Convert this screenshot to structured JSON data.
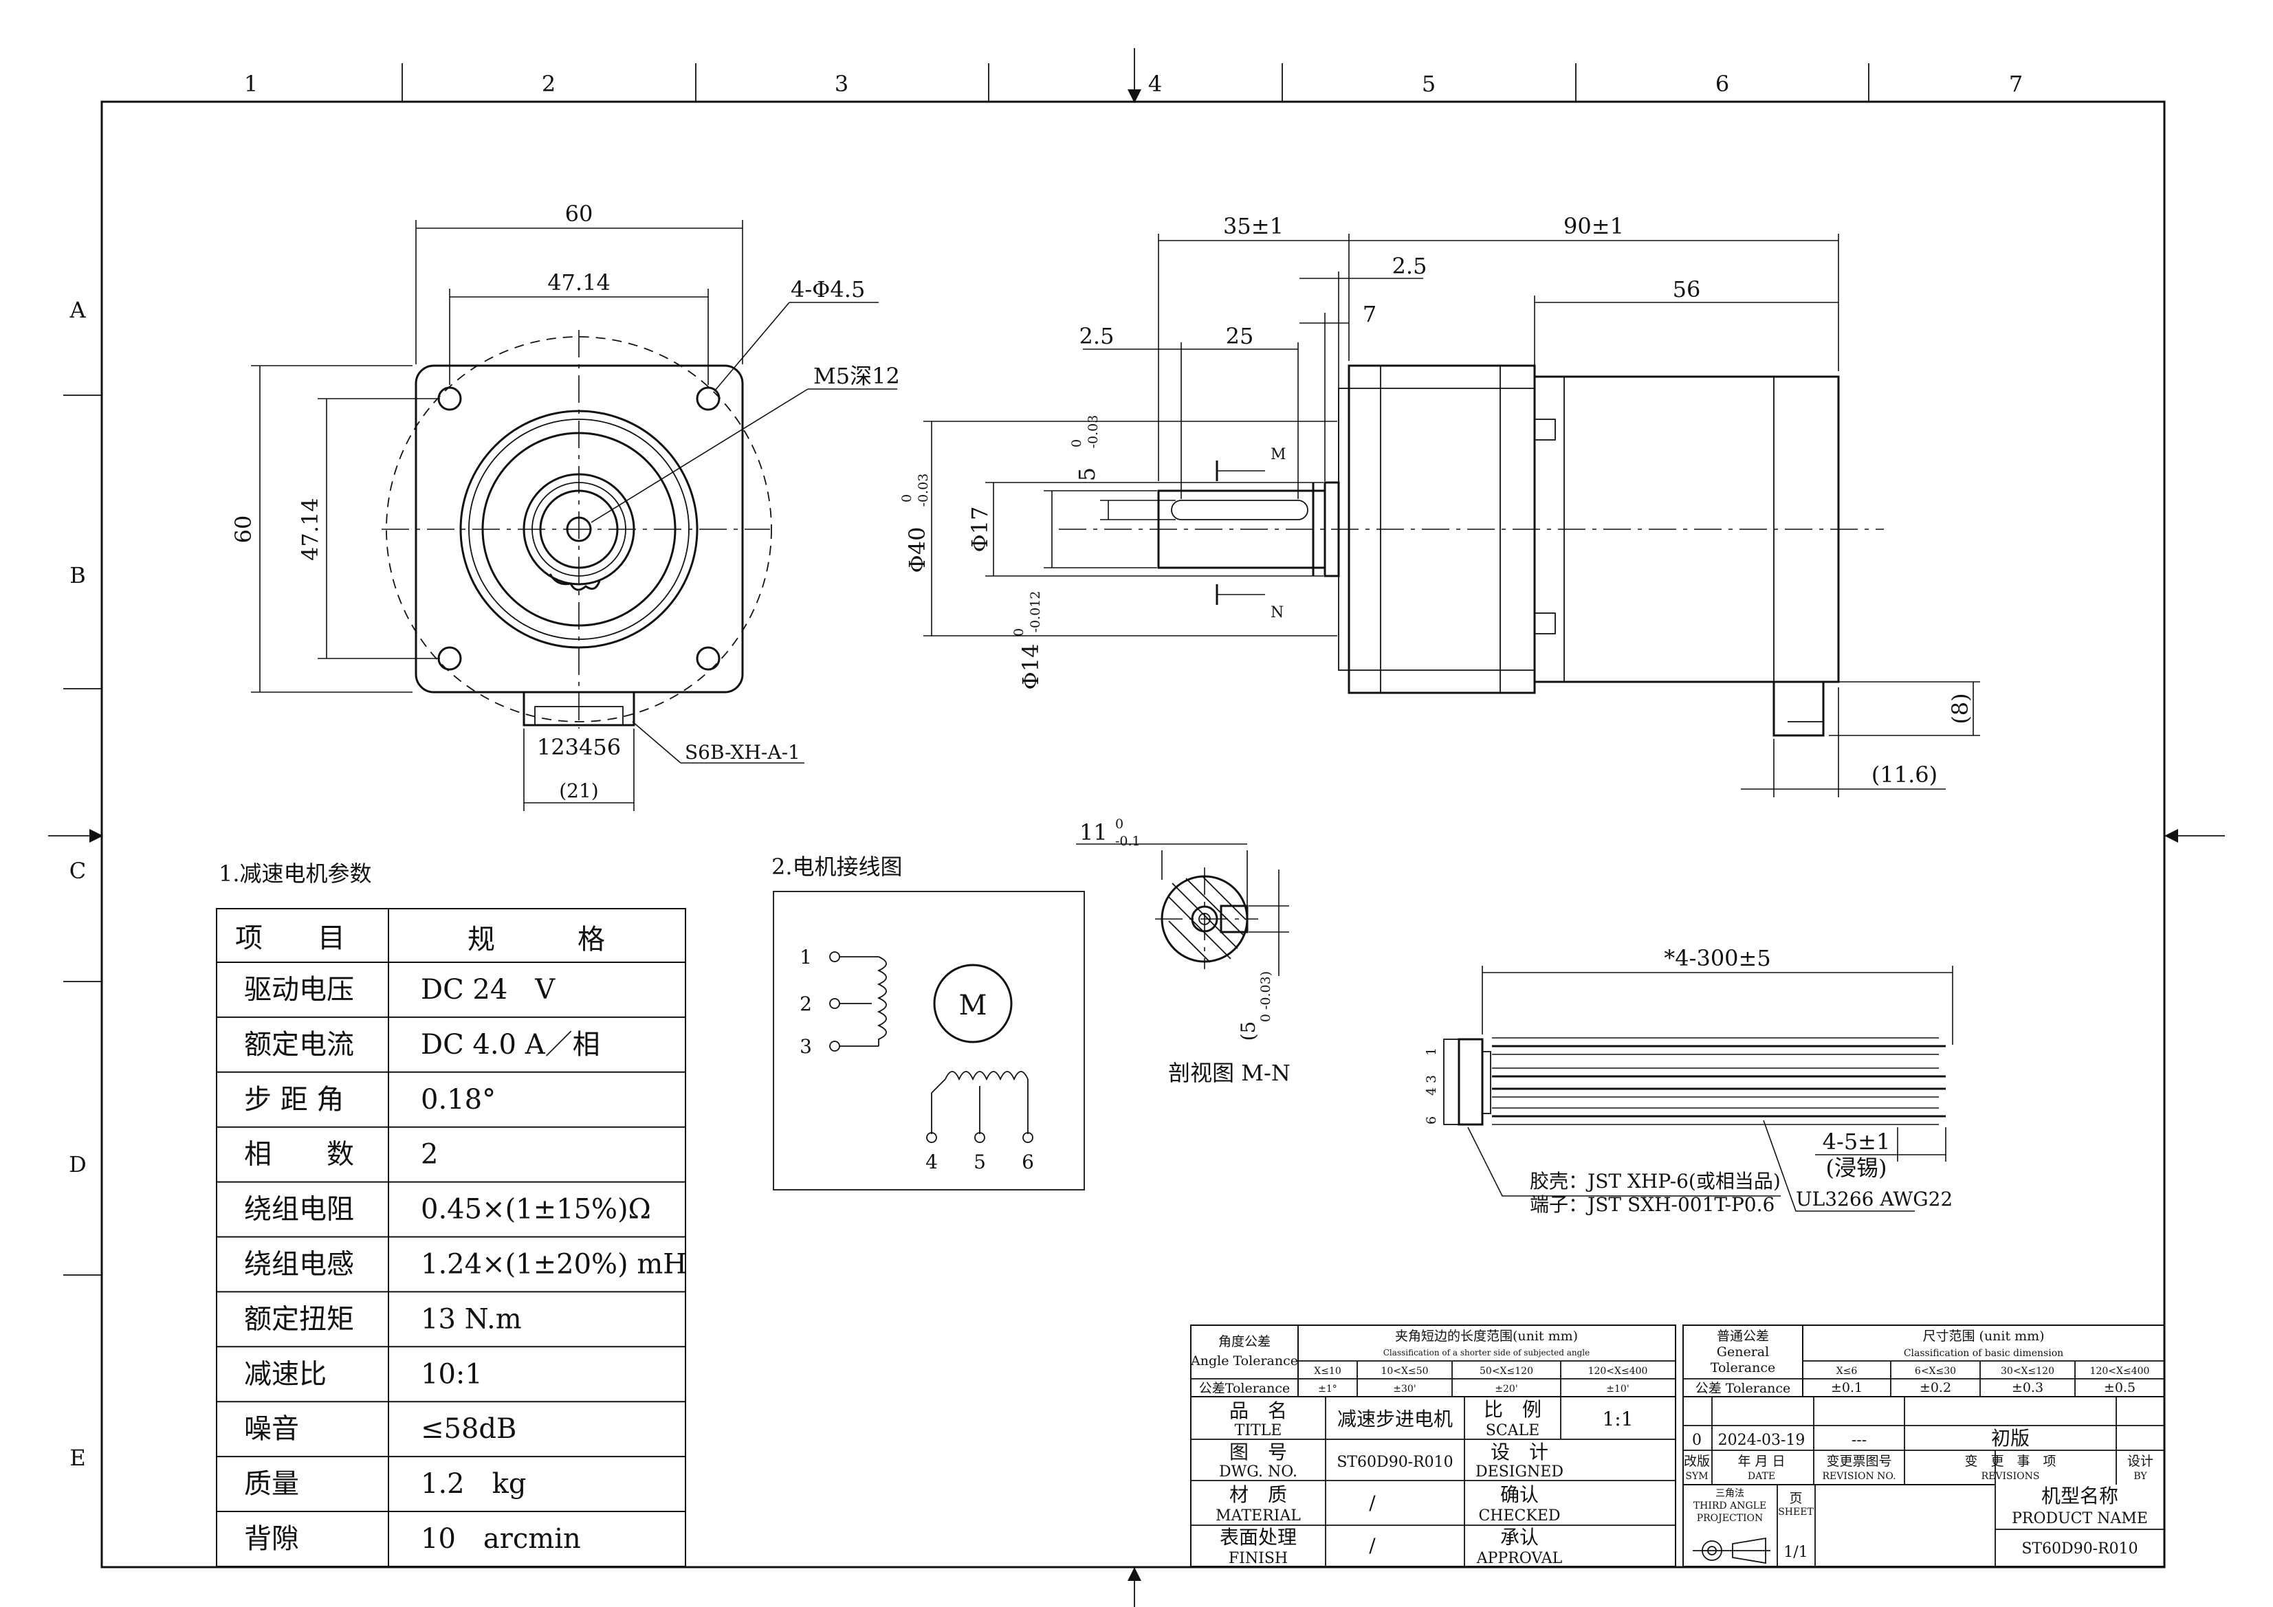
{
  "frame": {
    "columns": [
      "1",
      "2",
      "3",
      "4",
      "5",
      "6",
      "7"
    ],
    "rows": [
      "A",
      "B",
      "C",
      "D",
      "E"
    ]
  },
  "front_view": {
    "dim_width": "60",
    "dim_hole_pitch_h": "47.14",
    "dim_height": "60",
    "dim_hole_pitch_v": "47.14",
    "holes": "4-Φ4.5",
    "thread": "M5深12",
    "connector_pins": "123456",
    "connector_width": "(21)",
    "connector_part": "S6B-XH-A-1"
  },
  "side_view": {
    "dim_shaft_len": "35±1",
    "dim_body_len": "90±1",
    "dim_flange": "2.5",
    "dim_motor": "56",
    "dim_7": "7",
    "dim_key_offset": "2.5",
    "dim_key_len": "25",
    "dim_key_width": "5",
    "dim_key_width_tol_up": "0",
    "dim_key_width_tol_dn": "-0.03",
    "dim_pilot": "Φ40",
    "dim_pilot_tol_up": "0",
    "dim_pilot_tol_dn": "-0.03",
    "dim_boss": "Φ17",
    "dim_shaft": "Φ14",
    "dim_shaft_tol_up": "0",
    "dim_shaft_tol_dn": "-0.012",
    "label_m": "M",
    "label_n": "N",
    "dim_conn_h": "(8)",
    "dim_conn_w": "(11.6)"
  },
  "section_view": {
    "dim_11": "11",
    "dim_11_tol_up": "0",
    "dim_11_tol_dn": "-0.1",
    "dim_5": "(5",
    "dim_5_tol": "0 -0.03)",
    "title": "剖视图 M-N"
  },
  "cable": {
    "dim_len": "*4-300±5",
    "pins": [
      "1",
      "3",
      "4",
      "6"
    ],
    "strip_dim": "4-5±1",
    "strip_note": "(浸锡)",
    "housing": "胶壳：JST XHP-6(或相当品)",
    "terminal": "端子：JST SXH-001T-P0.6",
    "wire": "UL3266 AWG22"
  },
  "params": {
    "heading": "1.减速电机参数",
    "header": [
      "项　　目",
      "规　　　格"
    ],
    "rows": [
      [
        "驱动电压",
        "DC 24　V"
      ],
      [
        "额定电流",
        "DC 4.0 A／相"
      ],
      [
        "步 距 角",
        "0.18°"
      ],
      [
        "相　　数",
        "2"
      ],
      [
        "绕组电阻",
        "0.45×(1±15%)Ω"
      ],
      [
        "绕组电感",
        "1.24×(1±20%) mH"
      ],
      [
        "额定扭矩",
        "13 N.m"
      ],
      [
        "减速比",
        "10:1"
      ],
      [
        "噪音",
        "≤58dB"
      ],
      [
        "质量",
        "1.2　kg"
      ],
      [
        "背隙",
        "10　arcmin"
      ]
    ]
  },
  "wiring": {
    "heading": "2.电机接线图",
    "pins_left": [
      "1",
      "2",
      "3"
    ],
    "pins_bottom": [
      "4",
      "5",
      "6"
    ],
    "motor": "M"
  },
  "title_block": {
    "angle_tol_cn": "角度公差",
    "angle_tol_en": "Angle Tolerance",
    "angle_range_cn": "夹角短边的长度范围(unit mm)",
    "angle_range_en": "Classification of a shorter side of subjected angle",
    "angle_cols": [
      "X≤10",
      "10<X≤50",
      "50<X≤120",
      "120<X≤400"
    ],
    "angle_row_label": "公差Tolerance",
    "angle_vals": [
      "±1°",
      "±30'",
      "±20'",
      "±10'"
    ],
    "gen_tol_cn": "普通公差",
    "gen_tol_en1": "General",
    "gen_tol_en2": "Tolerance",
    "size_range_cn": "尺寸范围 (unit mm)",
    "size_range_en": "Classification of basic dimension",
    "size_cols": [
      "X≤6",
      "6<X≤30",
      "30<X≤120",
      "120<X≤400"
    ],
    "size_row_label": "公差 Tolerance",
    "size_vals": [
      "±0.1",
      "±0.2",
      "±0.3",
      "±0.5"
    ],
    "title_cn": "品　名",
    "title_en": "TITLE",
    "title_val": "减速步进电机",
    "scale_cn": "比　例",
    "scale_en": "SCALE",
    "scale_val": "1:1",
    "dwg_cn": "图　号",
    "dwg_en": "DWG. NO.",
    "dwg_val": "ST60D90-R010",
    "designed_cn": "设　计",
    "designed_en": "DESIGNED",
    "material_cn": "材　质",
    "material_en": "MATERIAL",
    "material_val": "/",
    "checked_cn": "确认",
    "checked_en": "CHECKED",
    "finish_cn": "表面处理",
    "finish_en": "FINISH",
    "finish_val": "/",
    "approval_cn": "承认",
    "approval_en": "APPROVAL",
    "rev_sym": "0",
    "rev_date": "2024-03-19",
    "rev_no": "---",
    "rev_desc": "初版",
    "sym_cn": "改版",
    "sym_en": "SYM",
    "date_cn": "年 月 日",
    "date_en": "DATE",
    "revno_cn": "变更票图号",
    "revno_en": "REVISION NO.",
    "revisions_cn": "变　更　事　项",
    "revisions_en": "REVISIONS",
    "by_cn": "设计",
    "by_en": "BY",
    "proj_cn": "三角法",
    "proj_en1": "THIRD ANGLE",
    "proj_en2": "PROJECTION",
    "sheet_cn": "页",
    "sheet_en": "SHEET",
    "sheet_val": "1/1",
    "product_cn": "机型名称",
    "product_en": "PRODUCT NAME",
    "product_val": "ST60D90-R010"
  }
}
